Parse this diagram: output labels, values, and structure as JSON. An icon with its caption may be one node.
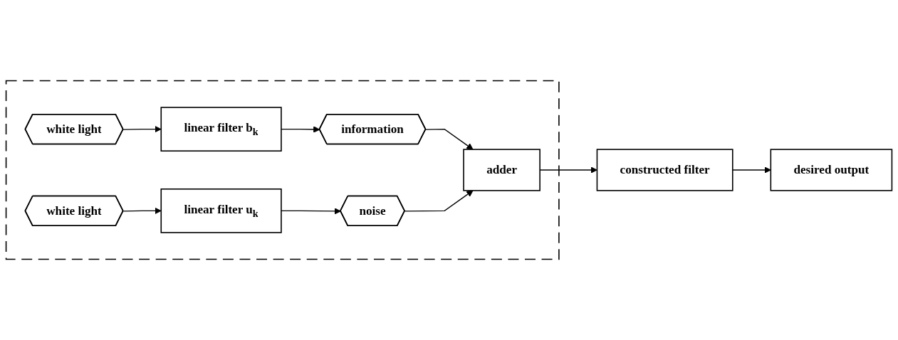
{
  "diagram": {
    "nodes": [
      {
        "text": [],
        "shape": "box"
      },
      {
        "text": [
          "white light"
        ],
        "in": 0
      },
      {
        "text": [
          "linear filter b$_{k}$"
        ],
        "in": 0
      },
      {
        "text": [
          "information"
        ],
        "in": 0
      },
      {
        "text": [
          "white light"
        ],
        "in": 0
      },
      {
        "text": [
          "linear filter u$_{k}$"
        ],
        "in": 0
      },
      {
        "text": [
          "noise"
        ],
        "in": 0
      },
      {
        "text": [
          "adder"
        ],
        "in": 0
      },
      {
        "text": [
          "constructed filter"
        ]
      },
      {
        "text": [
          "desired output"
        ]
      }
    ],
    "edges": [
      {
        "from": 1,
        "to": 2,
        "arrow": "to"
      },
      {
        "from": 2,
        "to": 3,
        "arrow": "to"
      },
      {
        "from": 3,
        "to": 7,
        "arrow": "to"
      },
      {
        "from": 4,
        "to": 5,
        "arrow": "to"
      },
      {
        "from": 5,
        "to": 6,
        "arrow": "to"
      },
      {
        "from": 6,
        "to": 7,
        "arrow": "to"
      },
      {
        "from": 7,
        "to": 8,
        "arrow": "to"
      },
      {
        "from": 8,
        "to": 9,
        "arrow": "to"
      }
    ]
  }
}
